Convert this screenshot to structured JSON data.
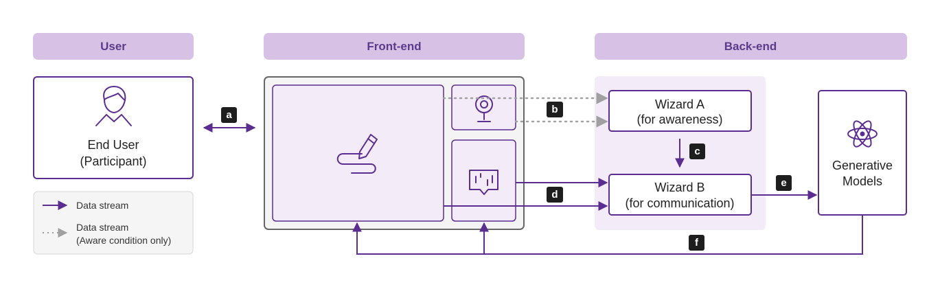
{
  "colors": {
    "accent": "#5b2d91",
    "header_fill": "#d7c2e6",
    "panel_fill": "#f3ebf8",
    "frontend_border": "#666666",
    "legend_fill": "#f5f5f5",
    "dotted": "#a0a0a0",
    "badge": "#1e1e1e"
  },
  "lanes": {
    "user": "User",
    "frontend": "Front-end",
    "backend": "Back-end"
  },
  "nodes": {
    "end_user": {
      "line1": "End User",
      "line2": "(Participant)",
      "icon": "person-icon"
    },
    "wizard_a": {
      "line1": "Wizard A",
      "line2": "(for awareness)"
    },
    "wizard_b": {
      "line1": "Wizard B",
      "line2": "(for communication)"
    },
    "generative": {
      "line1": "Generative",
      "line2": "Models",
      "icon": "atom-icon"
    },
    "canvas_icon": "pen-stroke-icon",
    "camera_icon": "webcam-icon",
    "audio_icon": "audio-message-icon"
  },
  "legend": {
    "solid": "Data stream",
    "dotted_line1": "Data stream",
    "dotted_line2": "(Aware condition only)"
  },
  "badges": {
    "a": "a",
    "b": "b",
    "c": "c",
    "d": "d",
    "e": "e",
    "f": "f"
  }
}
